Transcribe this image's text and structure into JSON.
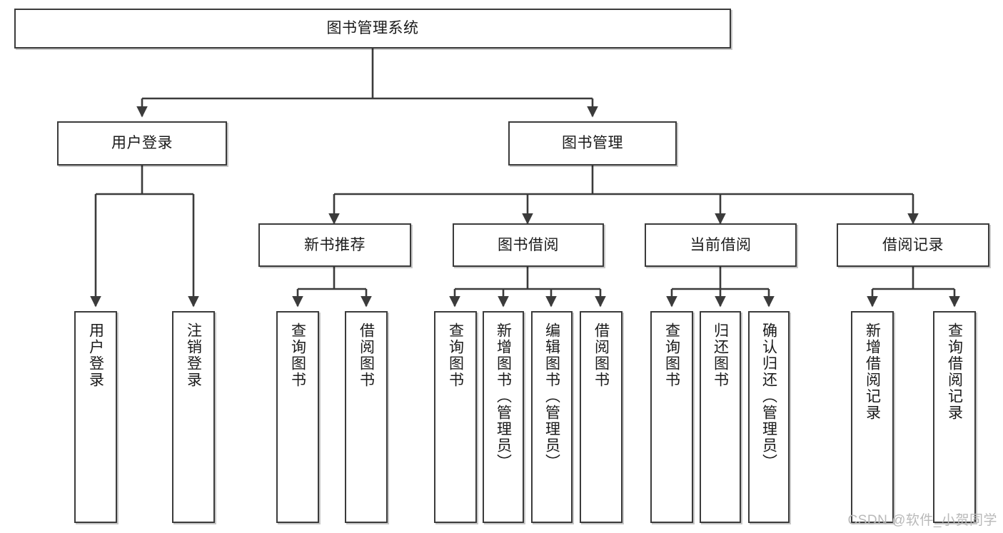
{
  "diagram": {
    "title": "图书管理系统",
    "type": "hierarchy-tree",
    "watermark": "CSDN @软件_小贺同学",
    "colors": {
      "stroke": "#3b3b3b",
      "fill": "#ffffff",
      "text": "#1a1a1a",
      "watermark": "#b9b9b9"
    },
    "nodes": {
      "root": {
        "label": "图书管理系统"
      },
      "level2": [
        {
          "id": "user-login",
          "label": "用户登录"
        },
        {
          "id": "book-manage",
          "label": "图书管理"
        }
      ],
      "level3": [
        {
          "id": "new-book-recommend",
          "label": "新书推荐"
        },
        {
          "id": "book-borrow",
          "label": "图书借阅"
        },
        {
          "id": "current-borrow",
          "label": "当前借阅"
        },
        {
          "id": "borrow-record",
          "label": "借阅记录"
        }
      ],
      "leaves": {
        "user-login": [
          {
            "id": "leaf-user-login",
            "label": "用户登录"
          },
          {
            "id": "leaf-logout",
            "label": "注销登录"
          }
        ],
        "new-book-recommend": [
          {
            "id": "leaf-query-book-1",
            "label": "查询图书"
          },
          {
            "id": "leaf-borrow-book-1",
            "label": "借阅图书"
          }
        ],
        "book-borrow": [
          {
            "id": "leaf-query-book-2",
            "label": "查询图书"
          },
          {
            "id": "leaf-add-book",
            "label": "新增图书（管理员）"
          },
          {
            "id": "leaf-edit-book",
            "label": "编辑图书（管理员）"
          },
          {
            "id": "leaf-borrow-book-2",
            "label": "借阅图书"
          }
        ],
        "current-borrow": [
          {
            "id": "leaf-query-book-3",
            "label": "查询图书"
          },
          {
            "id": "leaf-return-book",
            "label": "归还图书"
          },
          {
            "id": "leaf-confirm-return",
            "label": "确认归还（管理员）"
          }
        ],
        "borrow-record": [
          {
            "id": "leaf-add-record",
            "label": "新增借阅记录"
          },
          {
            "id": "leaf-query-record",
            "label": "查询借阅记录"
          }
        ]
      }
    }
  }
}
